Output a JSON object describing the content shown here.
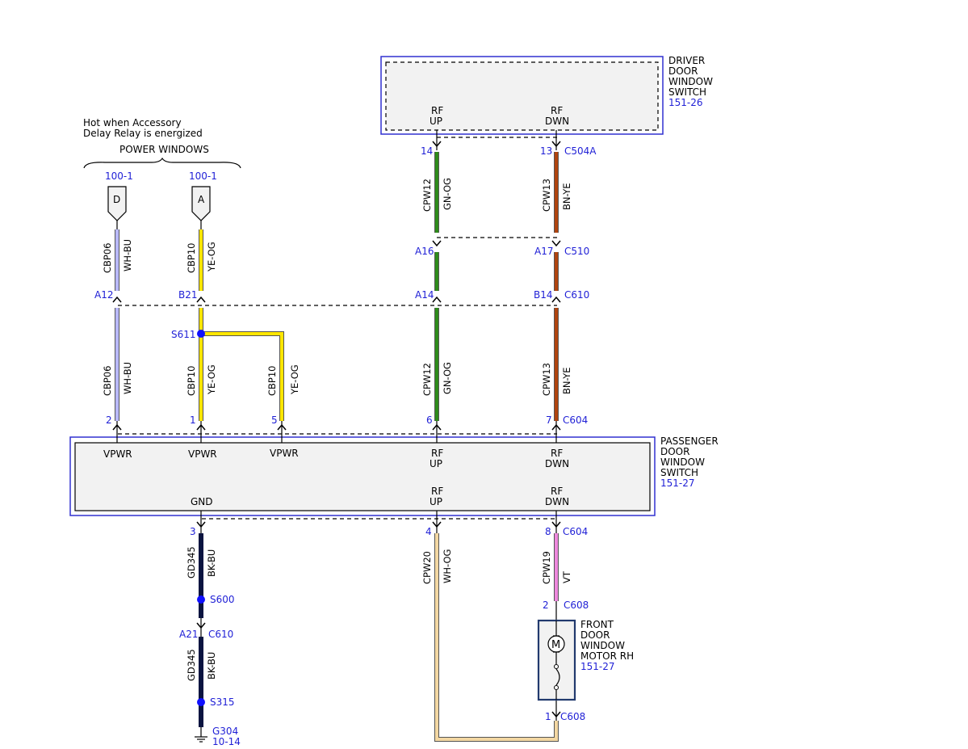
{
  "colors": {
    "blue_label": "#1f1fd6",
    "module_border": "#3030d0",
    "module_fill": "#f2f2f2",
    "splice": "#1010ff",
    "wire_wh_bu": "#b9b9ff",
    "wire_ye_og": "#ffe600",
    "wire_gn_og": "#2e8b1a",
    "wire_bn_ye": "#b0440f",
    "wire_bk_bu": "#0a1440",
    "wire_wh_og": "#f3d7a2",
    "wire_vt": "#ee88dd"
  },
  "header": {
    "note_line1": "Hot when Accessory",
    "note_line2": "Delay Relay is energized",
    "group": "POWER WINDOWS"
  },
  "fuse_d": {
    "ref": "100-1",
    "letter": "D"
  },
  "fuse_a": {
    "ref": "100-1",
    "letter": "A"
  },
  "driver_switch": {
    "name_lines": [
      "DRIVER",
      "DOOR",
      "WINDOW",
      "SWITCH"
    ],
    "ref": "151-26",
    "pin_up_l1": "RF",
    "pin_up_l2": "UP",
    "pin_dn_l1": "RF",
    "pin_dn_l2": "DWN"
  },
  "passenger_switch": {
    "name_lines": [
      "PASSENGER",
      "DOOR",
      "WINDOW",
      "SWITCH"
    ],
    "ref": "151-27",
    "vpwr": "VPWR",
    "gnd": "GND",
    "rf": "RF",
    "up": "UP",
    "dwn": "DWN"
  },
  "motor": {
    "name_lines": [
      "FRONT",
      "DOOR",
      "WINDOW",
      "MOTOR RH"
    ],
    "ref": "151-27",
    "symbol": "M"
  },
  "pins": {
    "p14": "14",
    "p13": "13",
    "c504a": "C504A",
    "a16": "A16",
    "a17": "A17",
    "c510": "C510",
    "a12": "A12",
    "b21": "B21",
    "a14": "A14",
    "b14": "B14",
    "c610": "C610",
    "p2": "2",
    "p1": "1",
    "p5": "5",
    "p6": "6",
    "p7": "7",
    "c604": "C604",
    "p3": "3",
    "p4": "4",
    "p8": "8",
    "c604b": "C604",
    "a21": "A21",
    "c610b": "C610",
    "m2": "2",
    "c608a": "C608",
    "m1": "1",
    "c608b": "C608"
  },
  "splices": {
    "s611": "S611",
    "s600": "S600",
    "s315": "S315"
  },
  "ground": {
    "id": "G304",
    "ref": "10-14"
  },
  "wires": {
    "cbp06": "CBP06",
    "wh_bu": "WH-BU",
    "cbp10": "CBP10",
    "ye_og": "YE-OG",
    "cpw12": "CPW12",
    "gn_og": "GN-OG",
    "cpw13": "CPW13",
    "bn_ye": "BN-YE",
    "gd345": "GD345",
    "bk_bu": "BK-BU",
    "cpw20": "CPW20",
    "wh_og": "WH-OG",
    "cpw19": "CPW19",
    "vt": "VT"
  }
}
